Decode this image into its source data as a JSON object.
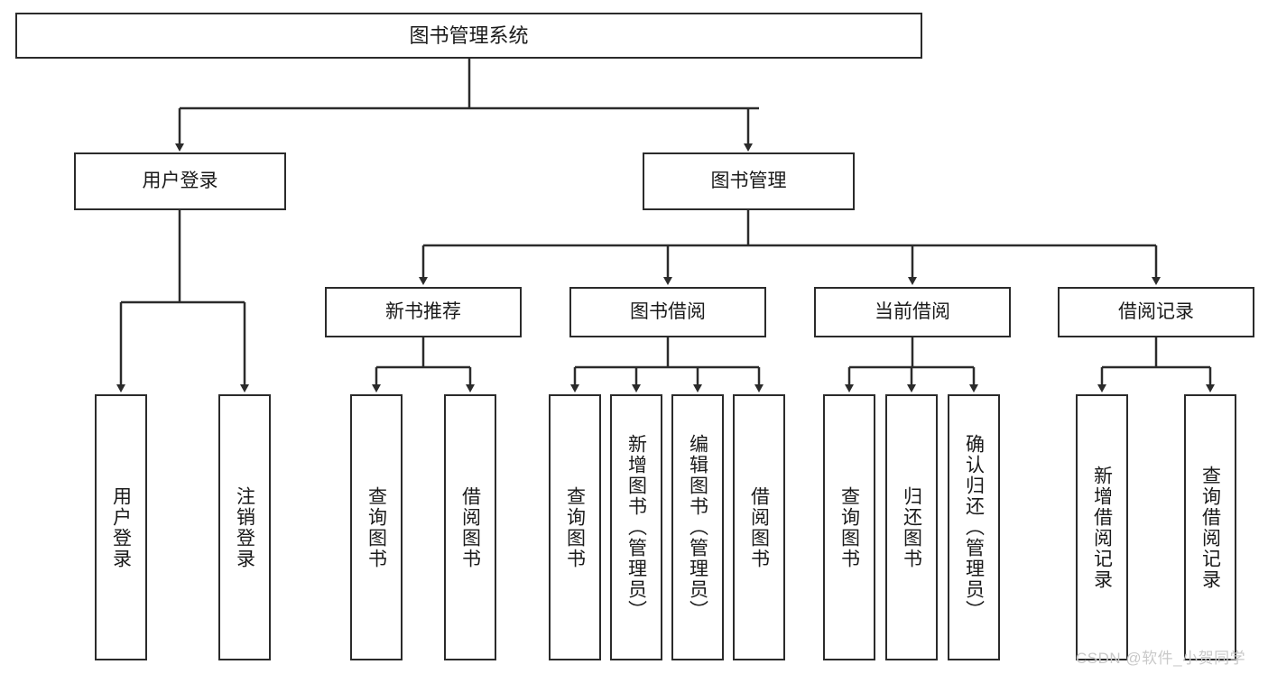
{
  "diagram": {
    "type": "tree-hierarchy",
    "title": "图书管理系统",
    "root": {
      "id": "root",
      "label": "图书管理系统"
    },
    "level1": [
      {
        "id": "user-login",
        "label": "用户登录"
      },
      {
        "id": "book-manage",
        "label": "图书管理"
      }
    ],
    "level2": [
      {
        "id": "new-book-recommend",
        "label": "新书推荐",
        "parent": "book-manage"
      },
      {
        "id": "book-borrow",
        "label": "图书借阅",
        "parent": "book-manage"
      },
      {
        "id": "current-borrow",
        "label": "当前借阅",
        "parent": "book-manage"
      },
      {
        "id": "borrow-record",
        "label": "借阅记录",
        "parent": "book-manage"
      }
    ],
    "leaves": {
      "user_login": [
        {
          "id": "leaf-user-login",
          "label": "用户登录"
        },
        {
          "id": "leaf-user-logout",
          "label": "注销登录"
        }
      ],
      "new_book_recommend": [
        {
          "id": "leaf-query-book-1",
          "label": "查询图书"
        },
        {
          "id": "leaf-borrow-book-1",
          "label": "借阅图书"
        }
      ],
      "book_borrow": [
        {
          "id": "leaf-query-book-2",
          "label": "查询图书"
        },
        {
          "id": "leaf-add-book",
          "label": "新增图书（管理员）"
        },
        {
          "id": "leaf-edit-book",
          "label": "编辑图书（管理员）"
        },
        {
          "id": "leaf-borrow-book-2",
          "label": "借阅图书"
        }
      ],
      "current_borrow": [
        {
          "id": "leaf-query-book-3",
          "label": "查询图书"
        },
        {
          "id": "leaf-return-book",
          "label": "归还图书"
        },
        {
          "id": "leaf-confirm-return",
          "label": "确认归还（管理员）"
        }
      ],
      "borrow_record": [
        {
          "id": "leaf-add-record",
          "label": "新增借阅记录"
        },
        {
          "id": "leaf-query-record",
          "label": "查询借阅记录"
        }
      ]
    },
    "colors": {
      "stroke": "#2b2b2b",
      "background": "#ffffff",
      "text": "#1a1a1a",
      "watermark": "#c9c9c9"
    }
  },
  "watermark": {
    "text": "CSDN @软件_小贺同学"
  }
}
